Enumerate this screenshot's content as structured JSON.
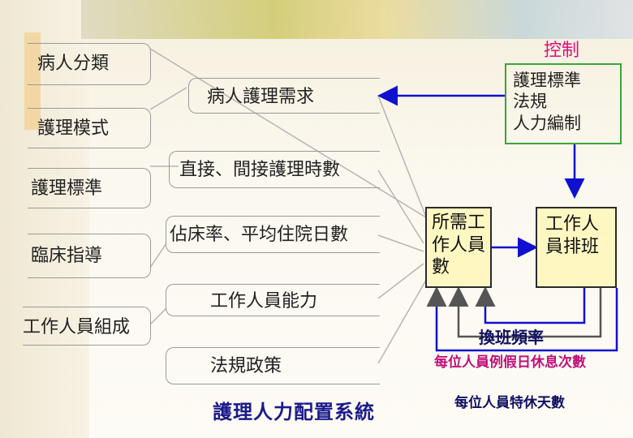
{
  "left_boxes": [
    "病人分類",
    "護理模式",
    "護理標準",
    "臨床指導",
    "工作人員組成"
  ],
  "middle_boxes": [
    "病人護理需求",
    "直接、間接護理時數",
    "佔床率、平均住院日數",
    "工作人員能力",
    "法規政策"
  ],
  "control_label": "控制",
  "control_box_lines": [
    "護理標準",
    "法規",
    "人力編制"
  ],
  "staff_needed_lines": [
    "所需工",
    "作人員",
    "數"
  ],
  "schedule_lines": [
    "工作人",
    "員排班"
  ],
  "shift_frequency": "換班頻率",
  "holiday_text": "每位人員例假日休息次數",
  "special_leave_text": "每位人員特休天數",
  "system_title": "護理人力配置系統",
  "colors": {
    "control": "#e0107a",
    "title": "#1a1a8c",
    "arrow": "#1010d0",
    "control_border": "#3aa63a"
  }
}
